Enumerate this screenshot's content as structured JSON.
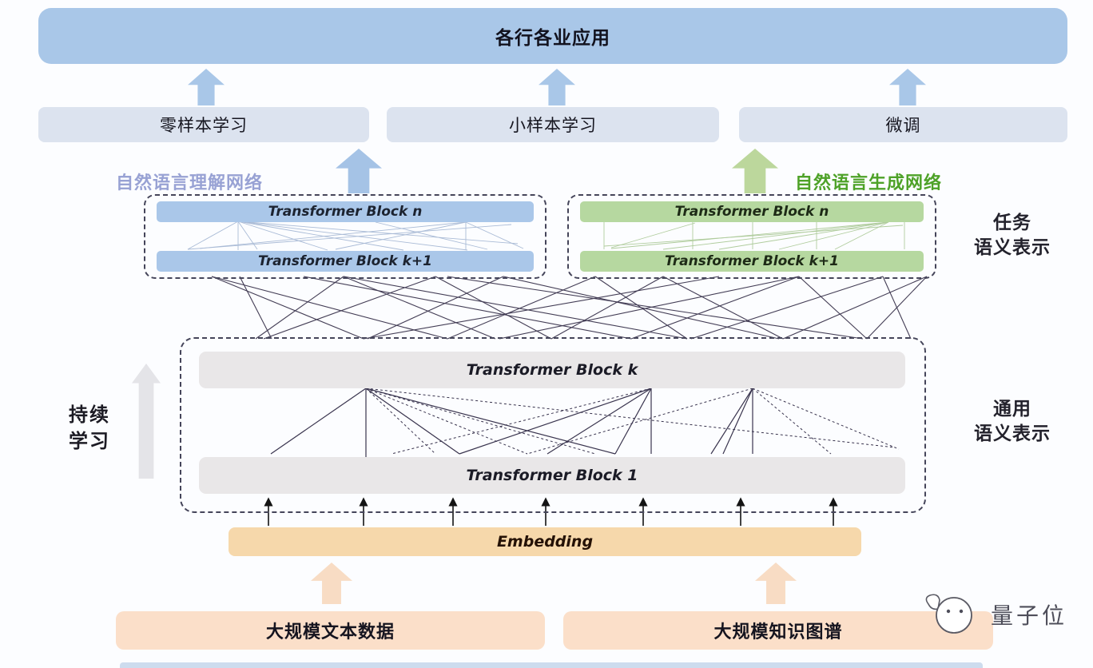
{
  "colors": {
    "top_bar": "#a9c7e8",
    "mode_bar": "#dce3ef",
    "nlu_block": "#aac7e9",
    "nlg_block": "#b6d8a0",
    "nlu_text": "#98a2d4",
    "nlg_text": "#4ea228",
    "general_block": "#e9e7e8",
    "embedding_bar": "#f6d8ab",
    "source_bar": "#fbdfc9",
    "arrow_blue": "#a5c3e6",
    "arrow_green": "#bcd79c",
    "arrow_orange": "#f8dcc4",
    "continual_arrow": "#e4e4e8",
    "watermark_text": "#4e4e5a"
  },
  "top": {
    "applications_label": "各行各业应用"
  },
  "modes": [
    {
      "label": "零样本学习"
    },
    {
      "label": "小样本学习"
    },
    {
      "label": "微调"
    }
  ],
  "networks": {
    "nlu_label": "自然语言理解网络",
    "nlg_label": "自然语言生成网络",
    "nlu_blocks": {
      "top": "Transformer Block n",
      "bottom": "Transformer Block k+1"
    },
    "nlg_blocks": {
      "top": "Transformer Block n",
      "bottom": "Transformer Block k+1"
    }
  },
  "labels": {
    "task_semantics_line1": "任务",
    "task_semantics_line2": "语义表示",
    "general_semantics_line1": "通用",
    "general_semantics_line2": "语义表示",
    "continual_line1": "持续",
    "continual_line2": "学习"
  },
  "general": {
    "blocks": {
      "top": "Transformer Block k",
      "bottom": "Transformer Block 1"
    },
    "embedding_label": "Embedding"
  },
  "sources": [
    {
      "label": "大规模文本数据"
    },
    {
      "label": "大规模知识图谱"
    }
  ],
  "watermark": {
    "text": "量子位"
  }
}
